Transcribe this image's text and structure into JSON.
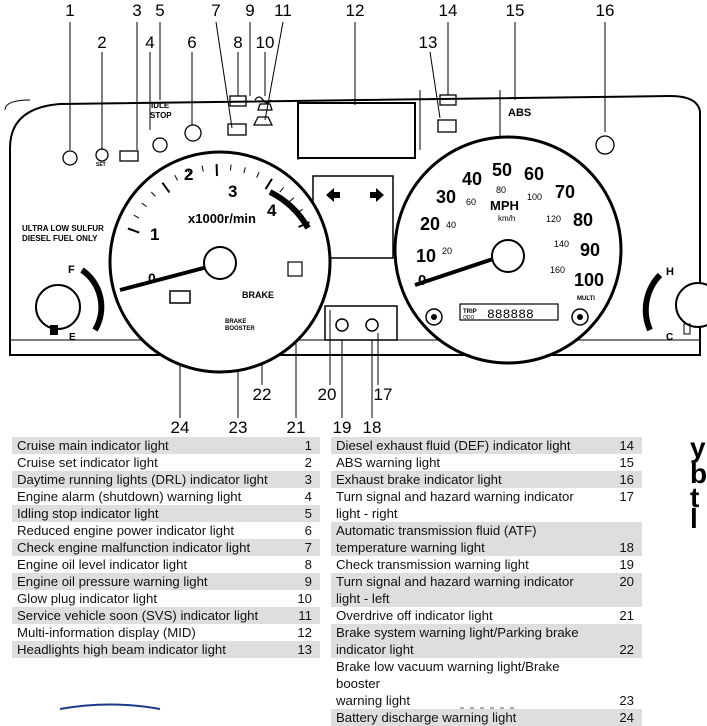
{
  "callouts": [
    "1",
    "2",
    "3",
    "4",
    "5",
    "6",
    "7",
    "8",
    "9",
    "10",
    "11",
    "12",
    "13",
    "14",
    "15",
    "16",
    "17",
    "18",
    "19",
    "20",
    "21",
    "22",
    "23",
    "24"
  ],
  "gauges": {
    "tach_ticks": [
      "1",
      "2",
      "3",
      "4"
    ],
    "tach_zero": "0",
    "tach_unit": "x1000r/min",
    "speed_mph": [
      "10",
      "20",
      "30",
      "40",
      "50",
      "60",
      "70",
      "80",
      "90",
      "100"
    ],
    "speed_kmh": [
      "20",
      "40",
      "60",
      "80",
      "100",
      "120",
      "140",
      "160"
    ],
    "speed_zero": "0",
    "speed_unit": "MPH",
    "speed_unit_metric": "km/h",
    "fuel_full": "F",
    "fuel_empty": "E",
    "temp_hot": "H",
    "temp_cold": "C"
  },
  "labels": {
    "idle_stop": [
      "IDLE",
      "STOP"
    ],
    "set": "SET",
    "abs": "ABS",
    "brake": "BRAKE",
    "brake_booster": [
      "BRAKE",
      "BOOSTER"
    ],
    "fuel_notice": [
      "ULTRA LOW SULFUR",
      "DIESEL FUEL ONLY"
    ],
    "trip": "TRIP",
    "trip_sub": "ODO",
    "odometer": "888888",
    "multi": "MULTI"
  },
  "legend_left": [
    {
      "label": "Cruise main indicator light",
      "num": "1"
    },
    {
      "label": "Cruise set indicator light",
      "num": "2"
    },
    {
      "label": "Daytime running lights (DRL) indicator light",
      "num": "3"
    },
    {
      "label": "Engine alarm (shutdown) warning light",
      "num": "4"
    },
    {
      "label": "Idling stop indicator light",
      "num": "5"
    },
    {
      "label": "Reduced engine power indicator light",
      "num": "6"
    },
    {
      "label": "Check engine malfunction indicator light",
      "num": "7"
    },
    {
      "label": "Engine oil level indicator light",
      "num": "8"
    },
    {
      "label": "Engine oil pressure warning light",
      "num": "9"
    },
    {
      "label": "Glow plug indicator light",
      "num": "10"
    },
    {
      "label": "Service vehicle soon (SVS) indicator light",
      "num": "11"
    },
    {
      "label": "Multi-information display (MID)",
      "num": "12"
    },
    {
      "label": "Headlights high beam indicator light",
      "num": "13"
    }
  ],
  "legend_right": [
    {
      "label": "Diesel exhaust fluid (DEF) indicator light",
      "num": "14"
    },
    {
      "label": "ABS warning light",
      "num": "15"
    },
    {
      "label": "Exhaust brake indicator light",
      "num": "16"
    },
    {
      "label": "Turn signal and hazard warning indicator light - right",
      "num": "17"
    },
    {
      "label": "Automatic transmission fluid (ATF)",
      "label2": "temperature warning light",
      "num": "18"
    },
    {
      "label": "Check transmission warning light",
      "num": "19"
    },
    {
      "label": "Turn signal and hazard warning indicator light - left",
      "num": "20"
    },
    {
      "label": "Overdrive off indicator light",
      "num": "21"
    },
    {
      "label": "Brake system warning light/Parking brake",
      "label2": "indicator light",
      "num": "22"
    },
    {
      "label": "Brake low vacuum warning light/Brake booster",
      "label2": "warning light",
      "num": "23"
    },
    {
      "label": "Battery discharge warning light",
      "num": "24"
    }
  ],
  "edge_text": [
    "y",
    "b",
    "t",
    "l"
  ]
}
